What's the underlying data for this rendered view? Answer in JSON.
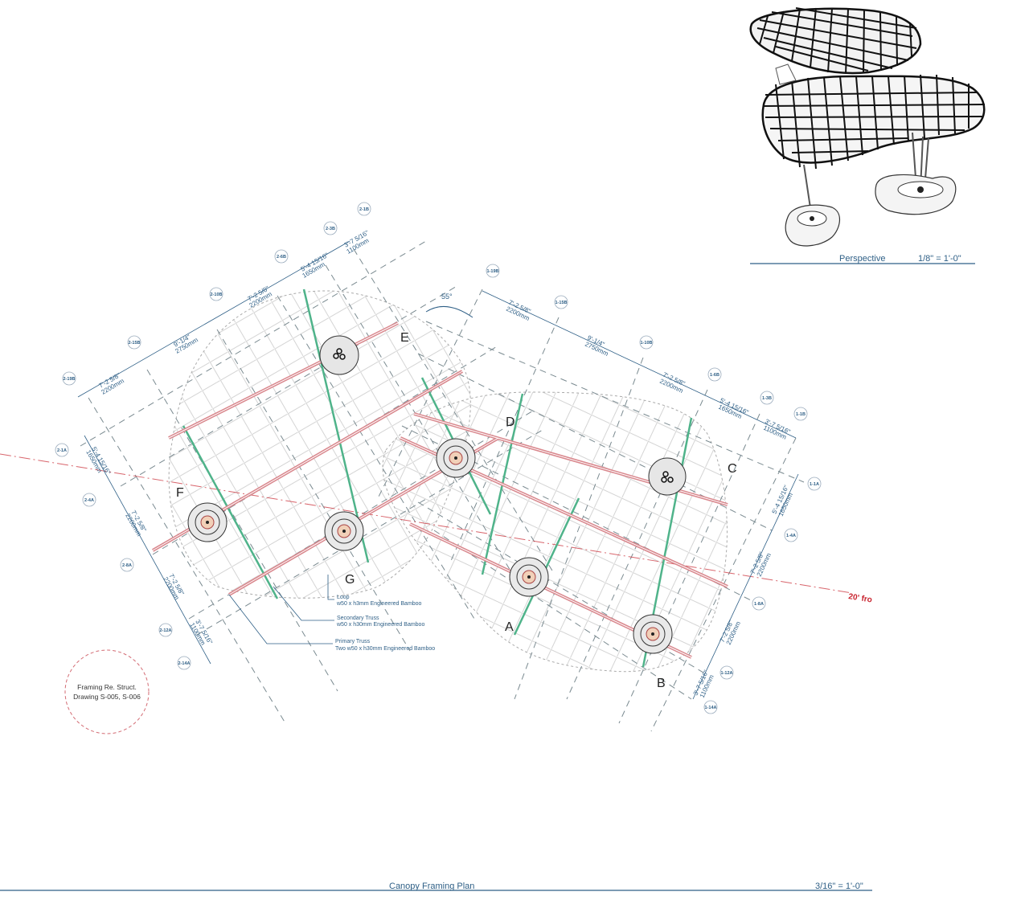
{
  "sheet": {
    "perspective": {
      "title": "Perspective",
      "scale": "1/8\"  =  1'-0\""
    },
    "plan": {
      "title": "Canopy Framing Plan",
      "scale": "3/16\" =   1'-0\""
    },
    "reference_note": {
      "line1": "Framing Re. Struct.",
      "line2": "Drawing S-005, S-006"
    },
    "property_line_note": "20' fro",
    "angle_label": "55°",
    "grid_letters": [
      "A",
      "B",
      "C",
      "D",
      "E",
      "F",
      "G"
    ],
    "leaders": [
      {
        "title": "Loop",
        "spec": "w50 x h3mm Engineered Bamboo"
      },
      {
        "title": "Secondary Truss",
        "spec": "w50 x h30mm Engineered Bamboo"
      },
      {
        "title": "Primary Truss",
        "spec": "Two w50 x h30mm Engineered Bamboo"
      }
    ],
    "canopy2_top_tags": [
      "2-19B",
      "2-15B",
      "2-10B",
      "2-6B",
      "2-3B",
      "2-1B"
    ],
    "canopy2_top_dims": [
      {
        "imperial": "7'-2 5/8\"",
        "metric": "2200mm"
      },
      {
        "imperial": "9'-1/4\"",
        "metric": "2750mm"
      },
      {
        "imperial": "7'-2 5/8\"",
        "metric": "2200mm"
      },
      {
        "imperial": "5'-4 15/16\"",
        "metric": "1650mm"
      },
      {
        "imperial": "3'-7 5/16\"",
        "metric": "1100mm"
      }
    ],
    "canopy2_side_tags": [
      "2-1A",
      "2-4A",
      "2-8A",
      "2-12A",
      "2-14A"
    ],
    "canopy2_side_dims": [
      {
        "imperial": "5'-4 15/16\"",
        "metric": "1650mm"
      },
      {
        "imperial": "7'-2 5/8\"",
        "metric": "2200mm"
      },
      {
        "imperial": "7'-2 5/8\"",
        "metric": "2200mm"
      },
      {
        "imperial": "3'-7 5/16\"",
        "metric": "1100mm"
      }
    ],
    "canopy1_top_tags": [
      "1-19B",
      "1-15B",
      "1-10B",
      "1-6B",
      "1-3B",
      "1-1B"
    ],
    "canopy1_top_dims": [
      {
        "imperial": "7'-2 5/8\"",
        "metric": "2200mm"
      },
      {
        "imperial": "9'-1/4\"",
        "metric": "2750mm"
      },
      {
        "imperial": "7'-2 5/8\"",
        "metric": "2200mm"
      },
      {
        "imperial": "5'-4 15/16\"",
        "metric": "1650mm"
      },
      {
        "imperial": "3'-7 5/16\"",
        "metric": "1100mm"
      }
    ],
    "canopy1_side_tags": [
      "1-1A",
      "1-4A",
      "1-8A",
      "1-12A",
      "1-14A"
    ],
    "canopy1_side_dims": [
      {
        "imperial": "5'-4 15/16\"",
        "metric": "1650mm"
      },
      {
        "imperial": "7'-2 5/8\"",
        "metric": "2200mm"
      },
      {
        "imperial": "7'-2 5/8\"",
        "metric": "2200mm"
      },
      {
        "imperial": "3'-7 5/16\"",
        "metric": "1100mm"
      }
    ],
    "colors": {
      "annotation_blue": "#2e5f86",
      "primary_truss_red": "#d9878d",
      "secondary_truss_green": "#4fb38a",
      "loop_grey": "#d8d8d8",
      "property_line_red": "#c8232e",
      "grid_dash_grey": "#7a8a90"
    }
  }
}
